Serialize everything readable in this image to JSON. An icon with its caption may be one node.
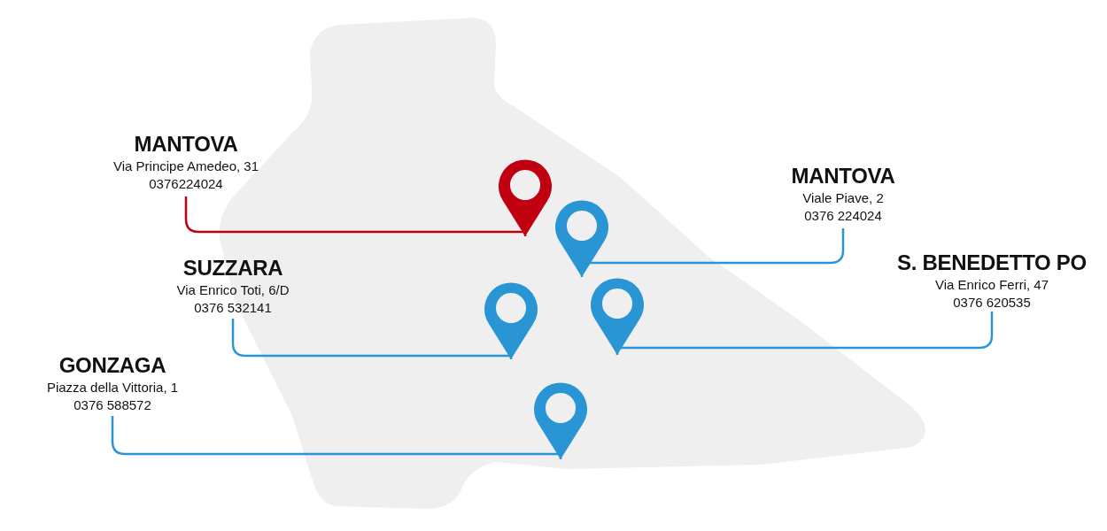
{
  "diagram": {
    "nodes": [
      {
        "text": [
          "MANTOVA",
          "Via Principe Amedeo, 31",
          "0376224024"
        ]
      },
      {
        "text": [
          "MANTOVA",
          "Viale Piave, 2",
          "0376 224024"
        ]
      },
      {
        "text": [
          "SUZZARA",
          "Via Enrico Toti, 6/D",
          "0376 532141"
        ]
      },
      {
        "text": [
          "S. BENEDETTO PO",
          "Via Enrico Ferri, 47",
          "0376 620535"
        ]
      },
      {
        "text": [
          "GONZAGA",
          "Piazza della Vittoria, 1",
          "0376 588572"
        ]
      },
      {
        "text": [],
        "shape": "pin"
      },
      {
        "text": [],
        "shape": "pin"
      },
      {
        "text": [],
        "shape": "pin"
      },
      {
        "text": [],
        "shape": "pin"
      },
      {
        "text": [],
        "shape": "pin"
      }
    ],
    "edges": [
      {
        "from": 0,
        "to": 5,
        "arrow": "none",
        "color": "#c00010"
      },
      {
        "from": 1,
        "to": 6,
        "arrow": "none"
      },
      {
        "from": 2,
        "to": 7,
        "arrow": "none"
      },
      {
        "from": 3,
        "to": 8,
        "arrow": "none"
      },
      {
        "from": 4,
        "to": 9,
        "arrow": "none"
      }
    ]
  }
}
